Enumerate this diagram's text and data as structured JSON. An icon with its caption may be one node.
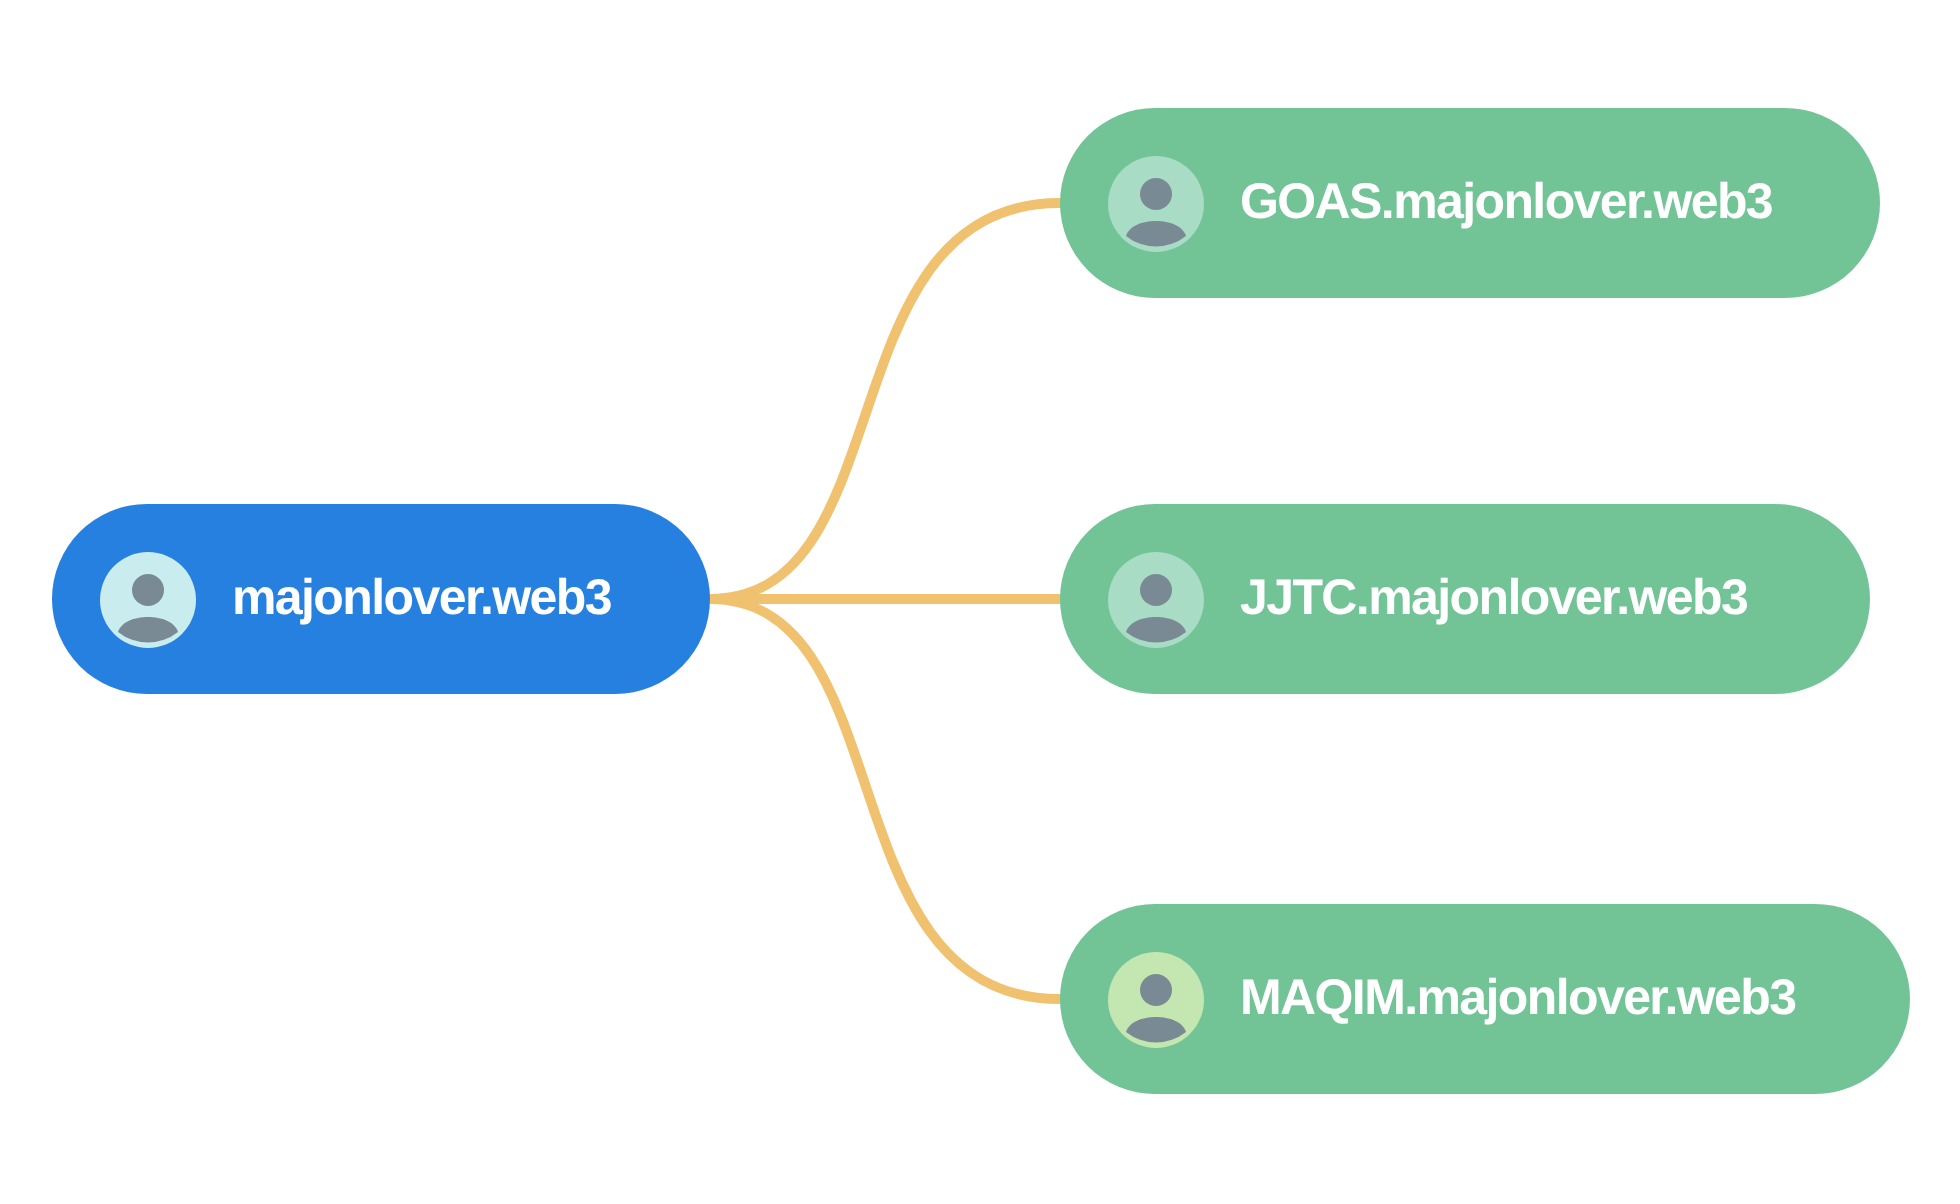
{
  "diagram": {
    "nodes": [
      {
        "text": [
          "majonlover.web3"
        ]
      },
      {
        "text": [
          "GOAS.majonlover.web3"
        ]
      },
      {
        "text": [
          "JJTC.majonlover.web3"
        ]
      },
      {
        "text": [
          "MAQIM.majonlover.web3"
        ]
      }
    ],
    "edges": [
      {
        "from": 0,
        "to": 1,
        "arrow": "none",
        "color": "#f0c270"
      },
      {
        "from": 0,
        "to": 2,
        "arrow": "none",
        "color": "#f0c270"
      },
      {
        "from": 0,
        "to": 3,
        "arrow": "none",
        "color": "#f0c270"
      }
    ]
  }
}
